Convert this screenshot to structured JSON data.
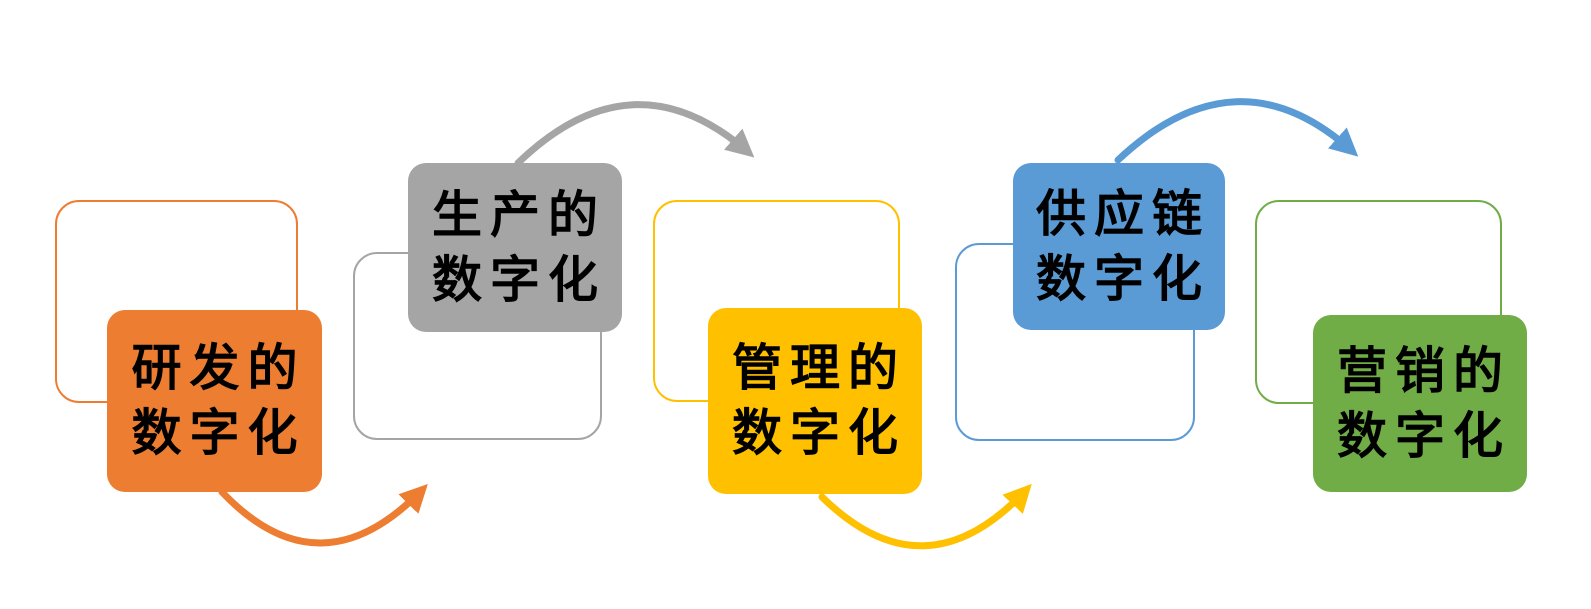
{
  "diagram": {
    "accent_colors": {
      "orange": "#ED7D31",
      "gray": "#A5A5A5",
      "yellow": "#FFC000",
      "blue": "#5B9BD5",
      "green": "#70AD47"
    },
    "nodes": [
      {
        "id": "rd",
        "label": "研发的数字化",
        "line1": "研发的",
        "line2": "数字化",
        "color": "#ED7D31"
      },
      {
        "id": "production",
        "label": "生产的数字化",
        "line1": "生产的",
        "line2": "数字化",
        "color": "#A5A5A5"
      },
      {
        "id": "management",
        "label": "管理的数字化",
        "line1": "管理的",
        "line2": "数字化",
        "color": "#FFC000"
      },
      {
        "id": "supply-chain",
        "label": "供应链数字化",
        "line1": "供应链",
        "line2": "数字化",
        "color": "#5B9BD5"
      },
      {
        "id": "marketing",
        "label": "营销的数字化",
        "line1": "营销的",
        "line2": "数字化",
        "color": "#70AD47"
      }
    ],
    "arrows": [
      {
        "from": "rd",
        "to": "production",
        "position": "bottom",
        "color": "#ED7D31"
      },
      {
        "from": "production",
        "to": "management",
        "position": "top",
        "color": "#A5A5A5"
      },
      {
        "from": "management",
        "to": "supply-chain",
        "position": "bottom",
        "color": "#FFC000"
      },
      {
        "from": "supply-chain",
        "to": "marketing",
        "position": "top",
        "color": "#5B9BD5"
      }
    ]
  }
}
